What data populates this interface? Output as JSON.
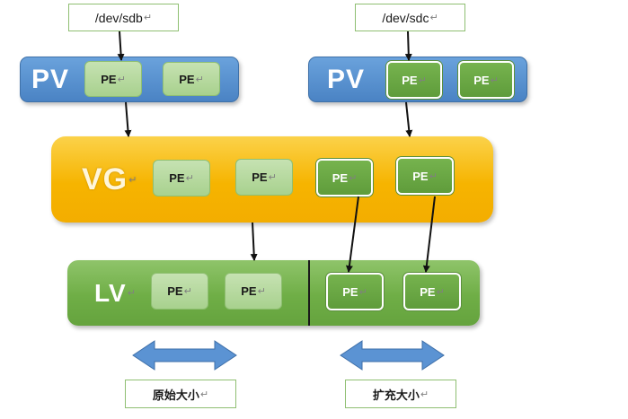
{
  "devices": [
    {
      "label": "/dev/sdb"
    },
    {
      "label": "/dev/sdc"
    }
  ],
  "pv_left": {
    "label": "PV",
    "pes": [
      "PE",
      "PE"
    ]
  },
  "pv_right": {
    "label": "PV",
    "pes": [
      "PE",
      "PE"
    ]
  },
  "vg": {
    "label": "VG",
    "pes": [
      "PE",
      "PE",
      "PE",
      "PE"
    ]
  },
  "lv": {
    "label": "LV",
    "pes": [
      "PE",
      "PE",
      "PE",
      "PE"
    ]
  },
  "captions": {
    "original": "原始大小",
    "expanded": "扩充大小"
  },
  "return_mark": "↵",
  "colors": {
    "pv_blue": "#4a83c4",
    "vg_orange": "#f6b400",
    "lv_green": "#6fae46",
    "pe_light": "#a8d18e",
    "pe_dark": "#5f9c3b",
    "double_arrow": "#5b93d3"
  }
}
